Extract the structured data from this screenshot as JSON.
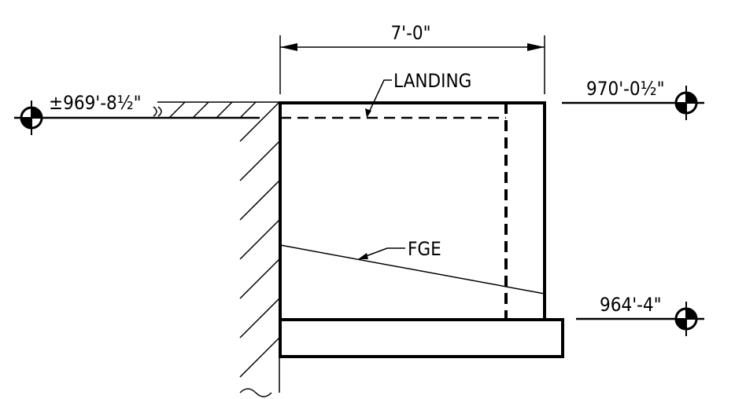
{
  "dimensions": {
    "width_label": "7'-0\""
  },
  "elevations": {
    "left_grade": "±969'-8½\"",
    "top_landing": "970'-0½\"",
    "bottom_footing": "964'-4\""
  },
  "leaders": {
    "landing": "LANDING",
    "finished_grade": "FGE"
  },
  "colors": {
    "line": "#000000",
    "background": "#ffffff"
  },
  "icons": {
    "elevation_marker": "elevation-target-icon"
  }
}
